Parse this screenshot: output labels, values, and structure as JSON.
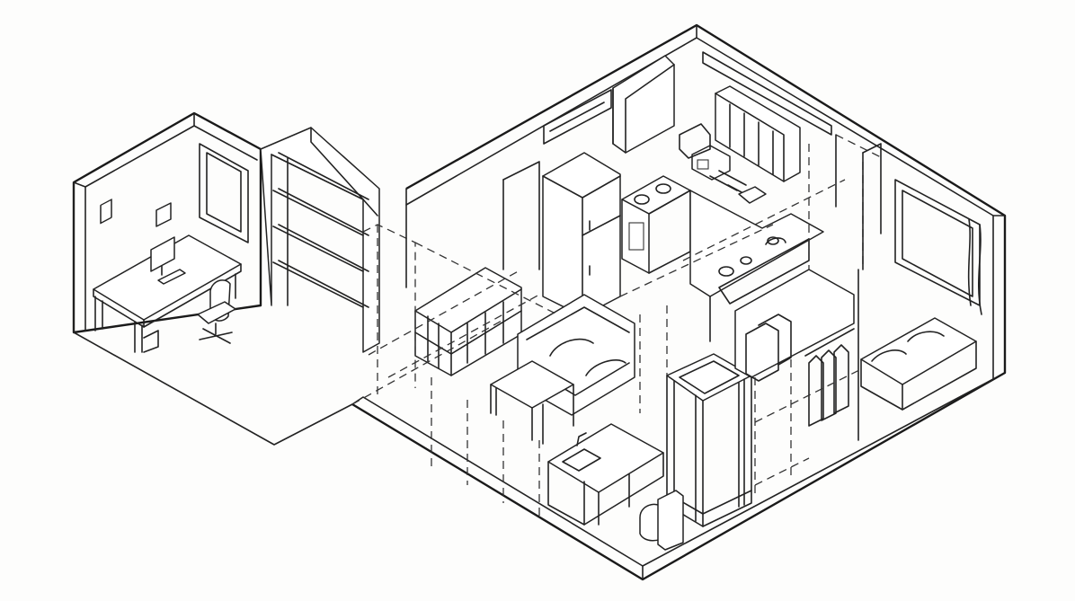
{
  "drawing": {
    "style": "isometric line drawing",
    "ink_color": "#222222",
    "paper_color": "#fdfdfc",
    "rooms": [
      {
        "name": "office",
        "items": [
          "desk",
          "monitor",
          "office-chair",
          "wall-frames",
          "window",
          "bookshelf"
        ]
      },
      {
        "name": "kitchen",
        "items": [
          "range-hood",
          "refrigerator",
          "stove",
          "oven",
          "upper-cabinets",
          "microwave",
          "kitchen-counter"
        ]
      },
      {
        "name": "living",
        "items": [
          "sofa",
          "coffee-table",
          "storage-cabinets"
        ]
      },
      {
        "name": "bathroom",
        "items": [
          "shower-cabin",
          "vanity-sink",
          "toilet"
        ]
      },
      {
        "name": "bedroom",
        "items": [
          "bed",
          "clothes-rack",
          "window",
          "curtain"
        ]
      }
    ]
  }
}
